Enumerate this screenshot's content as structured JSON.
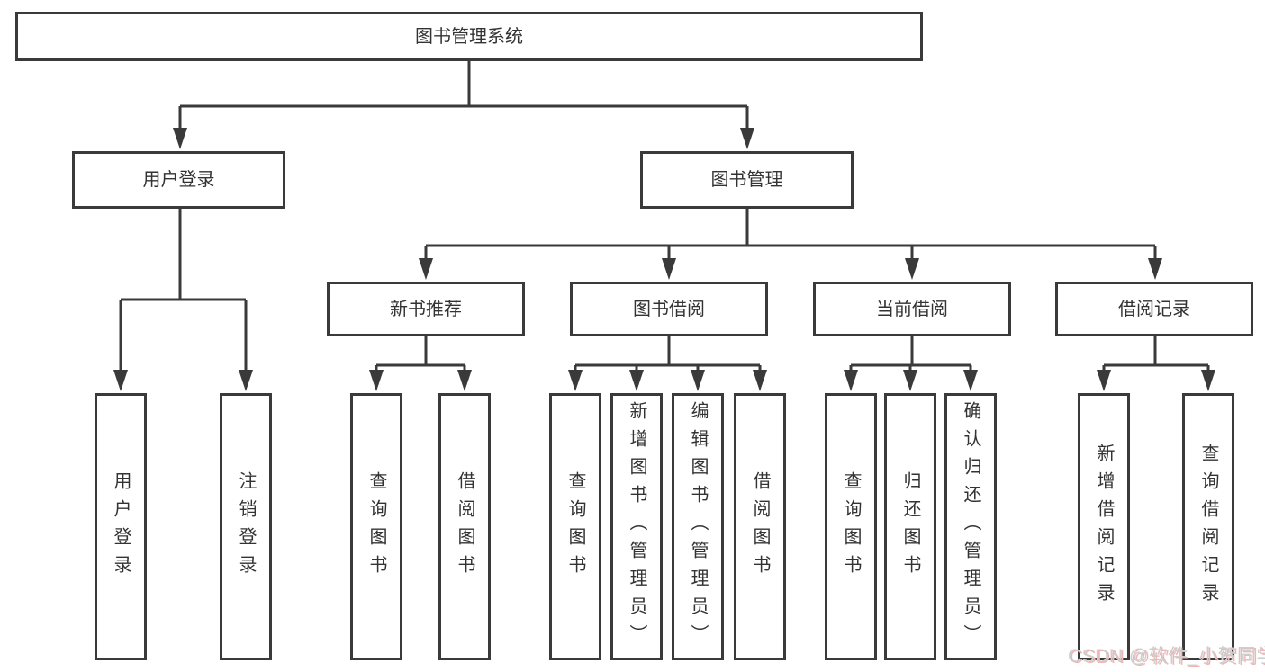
{
  "diagram_title": "图书管理系统",
  "tree": {
    "label": "图书管理系统",
    "children": [
      {
        "label": "用户登录",
        "children": [
          {
            "label": "用户登录"
          },
          {
            "label": "注销登录"
          }
        ]
      },
      {
        "label": "图书管理",
        "children": [
          {
            "label": "新书推荐",
            "children": [
              {
                "label": "查询图书"
              },
              {
                "label": "借阅图书"
              }
            ]
          },
          {
            "label": "图书借阅",
            "children": [
              {
                "label": "查询图书"
              },
              {
                "label": "新增图书（管理员）"
              },
              {
                "label": "编辑图书（管理员）"
              },
              {
                "label": "借阅图书"
              }
            ]
          },
          {
            "label": "当前借阅",
            "children": [
              {
                "label": "查询图书"
              },
              {
                "label": "归还图书"
              },
              {
                "label": "确认归还（管理员）"
              }
            ]
          },
          {
            "label": "借阅记录",
            "children": [
              {
                "label": "新增借阅记录"
              },
              {
                "label": "查询借阅记录"
              }
            ]
          }
        ]
      }
    ]
  },
  "watermark": {
    "text": "CSDN @软件_小贺同学"
  },
  "colors": {
    "line": "#3a3a3a",
    "node_border": "#3a3a3a",
    "node_bg": "#ffffff",
    "text": "#333333",
    "page_bg": "#ffffff",
    "watermark": "#cdcdcd",
    "watermark_shadow": "#f0b6b6"
  }
}
